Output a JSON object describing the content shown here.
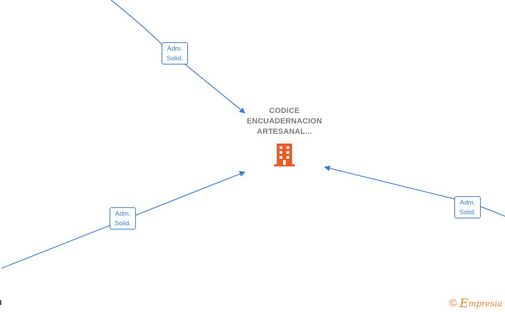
{
  "center": {
    "name_lines": [
      "CODICE",
      "ENCUADERNACION",
      "ARTESANAL..."
    ],
    "icon": "building-icon",
    "icon_color": "#f05a24"
  },
  "edges": [
    {
      "label_lines": [
        "Adm.",
        "Solid."
      ]
    },
    {
      "label_lines": [
        "Adm.",
        "Solid."
      ]
    },
    {
      "label_lines": [
        "Adm.",
        "Solid."
      ]
    }
  ],
  "colors": {
    "edge": "#3a7bd5",
    "node_text": "#7b7b7b",
    "brand": "#f07f24"
  },
  "footer": {
    "copyright": "©",
    "brand_initial": "E",
    "brand_rest": "mpresia"
  }
}
